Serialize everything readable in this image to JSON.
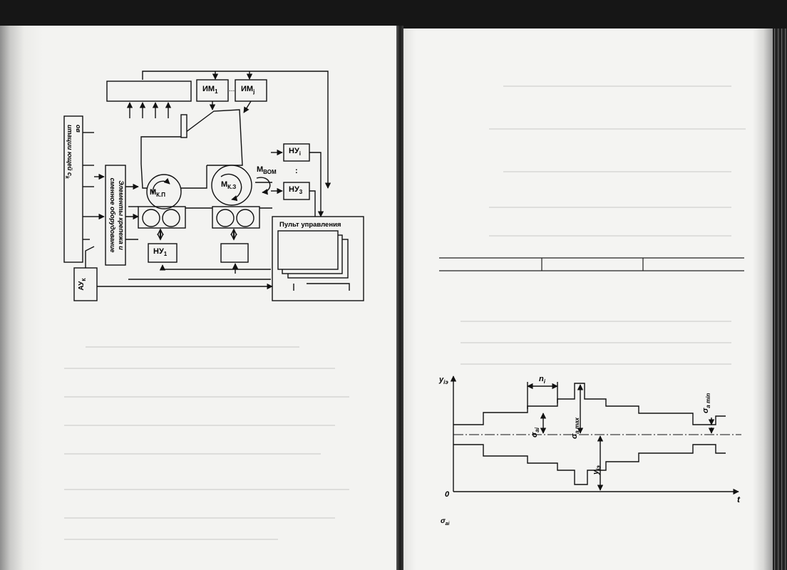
{
  "diagram": {
    "im_i": "ИМ",
    "im_i_sub": "1",
    "im_j": "ИМ",
    "im_j_sub": "j",
    "im_dots": "...",
    "nu_i": "НУ",
    "nu_i_sub": "i",
    "nu_dots": ":",
    "nu_3": "НУ",
    "nu_3_sub": "3",
    "nu_1": "НУ",
    "nu_1_sub": "1",
    "m_vom": "М",
    "m_vom_sub": "ВОМ",
    "m_kp": "М",
    "m_kp_sub": "К.П",
    "m_kz": "М",
    "m_kz_sub": "К.З",
    "au": "АУ",
    "au_sub": "К",
    "panel_title": "Пульт управления",
    "equip_line1": "Элементы крепежа и",
    "equip_line2": "сменное оборудование",
    "left_box_line1": "ов",
    "left_box_line2": "итации",
    "left_box_line3": "ющей c",
    "left_box_line3_sub": "k"
  },
  "graph": {
    "y_label": "y",
    "y_label_sub": "iэ",
    "x_label": "t",
    "origin": "0",
    "n_label": "n",
    "n_sub": "i",
    "sigma_ai": "σ",
    "sigma_ai_sub": "ai",
    "sigma_max": "σ",
    "sigma_max_sub": "a max",
    "sigma_min": "σ",
    "sigma_min_sub": "a min",
    "y_mid": "y",
    "y_mid_sub": "iэ",
    "below_label": "σ",
    "below_label_sub": "ai"
  }
}
